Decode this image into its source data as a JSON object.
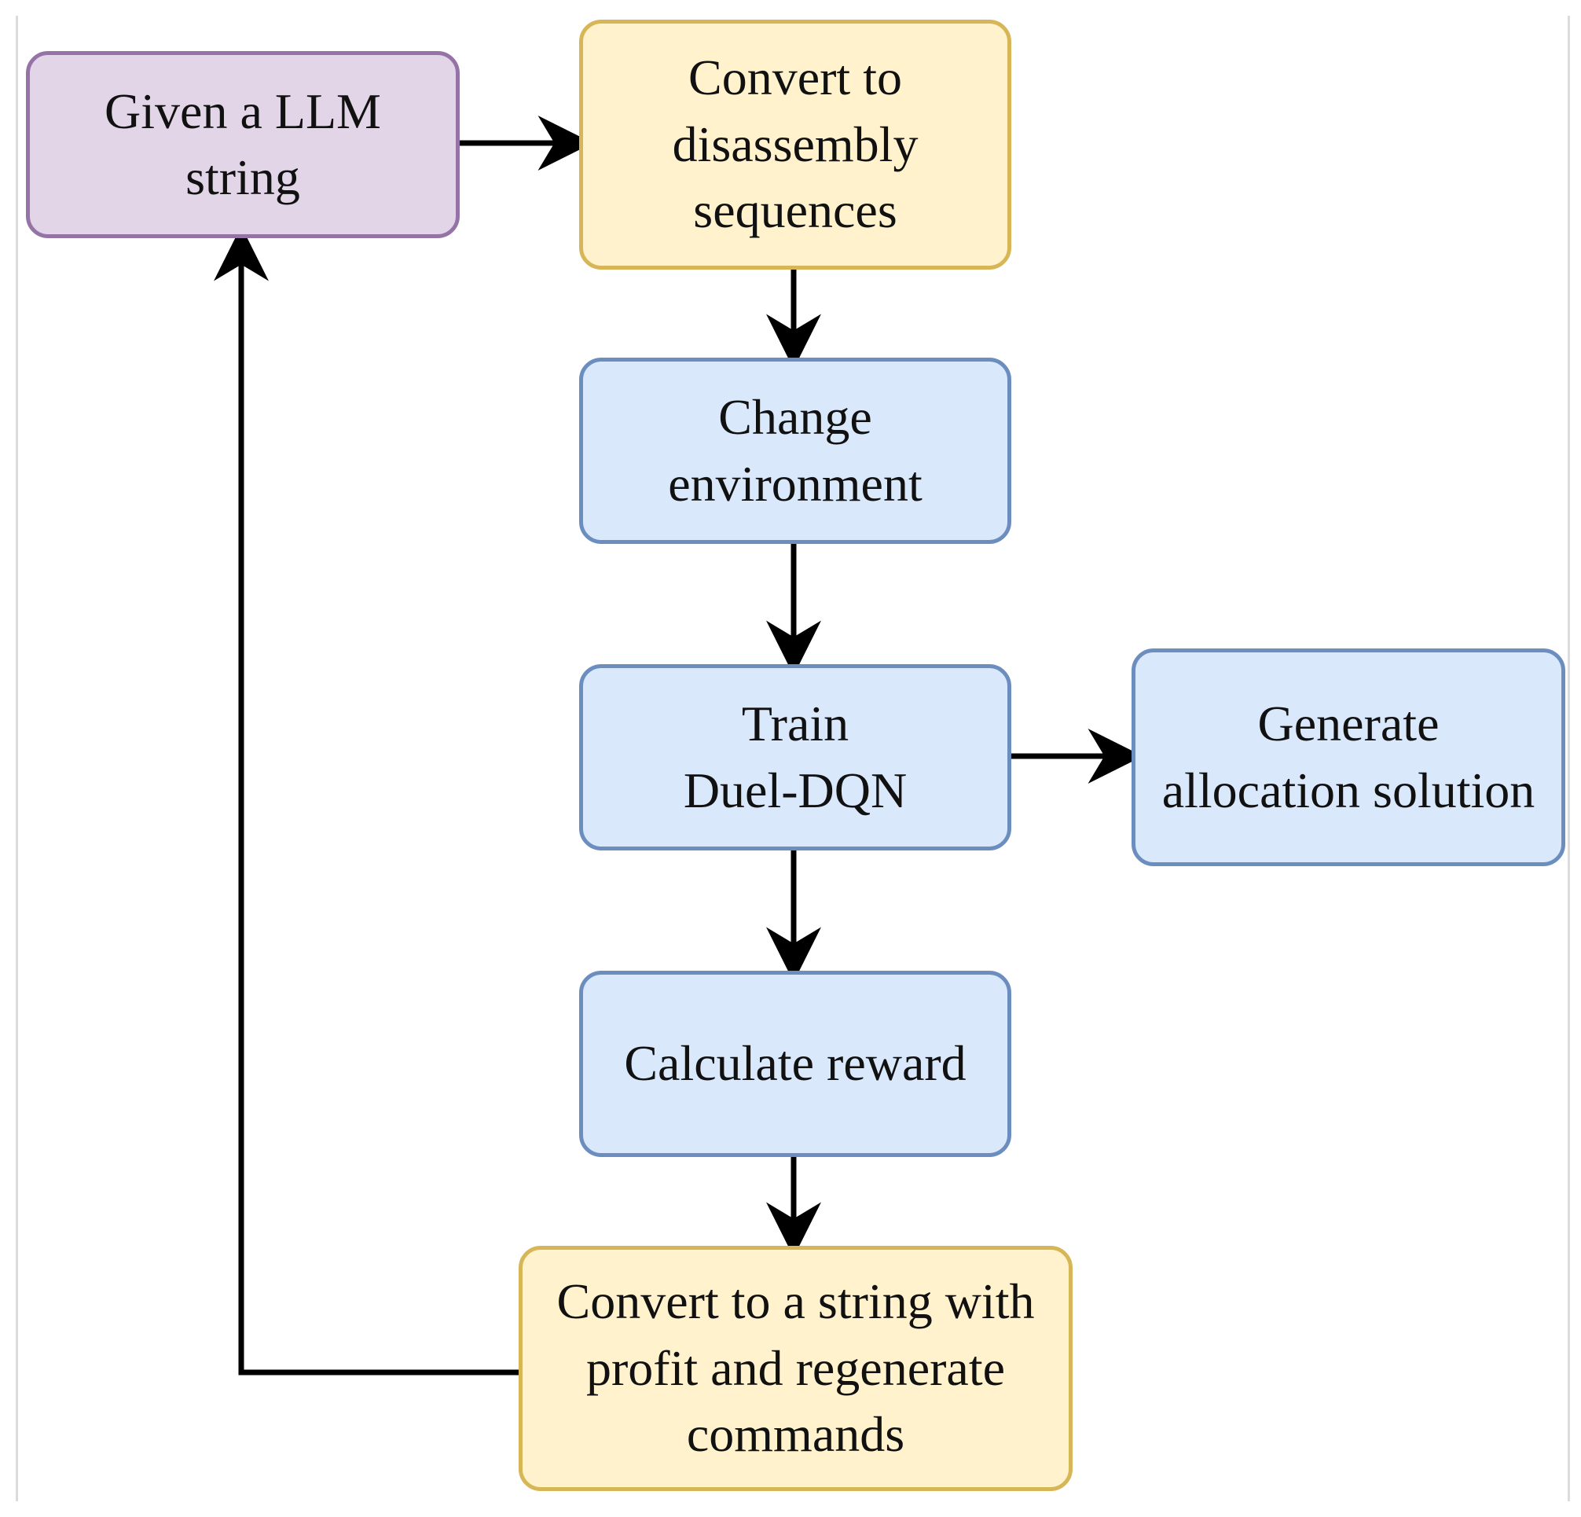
{
  "diagram": {
    "nodes": [
      {
        "id": "given-llm-string",
        "label": "Given a LLM\nstring",
        "color": "#e1d5e7",
        "border": "#9673a6"
      },
      {
        "id": "convert-disassembly",
        "label": "Convert to\ndisassembly\nsequences",
        "color": "#fff2cc",
        "border": "#d6b656"
      },
      {
        "id": "change-environment",
        "label": "Change\nenvironment",
        "color": "#dae8fc",
        "border": "#6c8ebf"
      },
      {
        "id": "train-duel-dqn",
        "label": "Train\nDuel-DQN",
        "color": "#dae8fc",
        "border": "#6c8ebf"
      },
      {
        "id": "generate-allocation",
        "label": "Generate\nallocation solution",
        "color": "#dae8fc",
        "border": "#6c8ebf"
      },
      {
        "id": "calculate-reward",
        "label": "Calculate  reward",
        "color": "#dae8fc",
        "border": "#6c8ebf"
      },
      {
        "id": "convert-string-profit",
        "label": "Convert to a string with\nprofit and regenerate\ncommands",
        "color": "#fff2cc",
        "border": "#d6b656"
      }
    ],
    "edges": [
      {
        "from": "given-llm-string",
        "to": "convert-disassembly"
      },
      {
        "from": "convert-disassembly",
        "to": "change-environment"
      },
      {
        "from": "change-environment",
        "to": "train-duel-dqn"
      },
      {
        "from": "train-duel-dqn",
        "to": "generate-allocation"
      },
      {
        "from": "train-duel-dqn",
        "to": "calculate-reward"
      },
      {
        "from": "calculate-reward",
        "to": "convert-string-profit"
      },
      {
        "from": "convert-string-profit",
        "to": "given-llm-string"
      }
    ]
  }
}
